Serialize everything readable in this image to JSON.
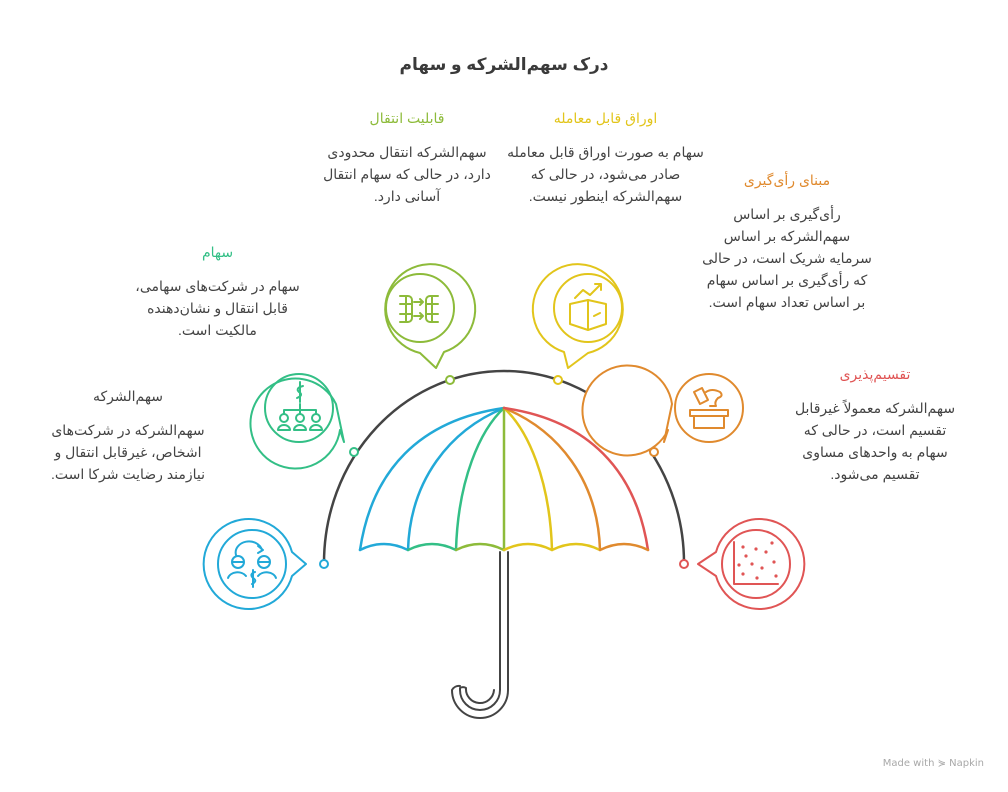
{
  "title": "درک سهم‌الشرکه و سهام",
  "colors": {
    "blue": "#22A9D8",
    "teal": "#33BF86",
    "green": "#8DBB3A",
    "yellow": "#E2C51B",
    "orange": "#E08A2E",
    "red": "#E05555",
    "frame": "#444444",
    "text": "#444444"
  },
  "items": [
    {
      "id": "sahmolsherkat",
      "heading": "سهم‌الشرکه",
      "text": "سهم‌الشرکه در شرکت‌های اشخاص، غیرقابل انتقال و نیازمند رضایت شرکا است.",
      "icon": "people-exchange-money-icon",
      "color": "#22A9D8"
    },
    {
      "id": "saham",
      "heading": "سهام",
      "text": "سهام در شرکت‌های سهامی، قابل انتقال و نشان‌دهنده مالکیت است.",
      "icon": "money-hierarchy-people-icon",
      "color": "#33BF86"
    },
    {
      "id": "transferability",
      "heading": "قابلیت انتقال",
      "text": "سهم‌الشرکه انتقال محدودی دارد، در حالی که سهام انتقال آسانی دارد.",
      "icon": "transfer-arrows-icon",
      "color": "#8DBB3A"
    },
    {
      "id": "negotiable",
      "heading": "اوراق قابل معامله",
      "text": "سهام به صورت اوراق قابل معامله صادر می‌شود، در حالی که سهم‌الشرکه اینطور نیست.",
      "icon": "book-growth-icon",
      "color": "#E2C51B"
    },
    {
      "id": "voting",
      "heading": "مبنای رأی‌گیری",
      "text": "رأی‌گیری بر اساس سهم‌الشرکه بر اساس سرمایه شریک است، در حالی که رأی‌گیری بر اساس سهام بر اساس تعداد سهام است.",
      "icon": "ballot-box-icon",
      "color": "#E08A2E"
    },
    {
      "id": "divisibility",
      "heading": "تقسیم‌پذیری",
      "text": "سهم‌الشرکه معمولاً غیرقابل تقسیم است، در حالی که سهام به واحدهای مساوی تقسیم می‌شود.",
      "icon": "scatter-plot-icon",
      "color": "#E05555"
    }
  ],
  "footer": "Made with ⋟ Napkin"
}
